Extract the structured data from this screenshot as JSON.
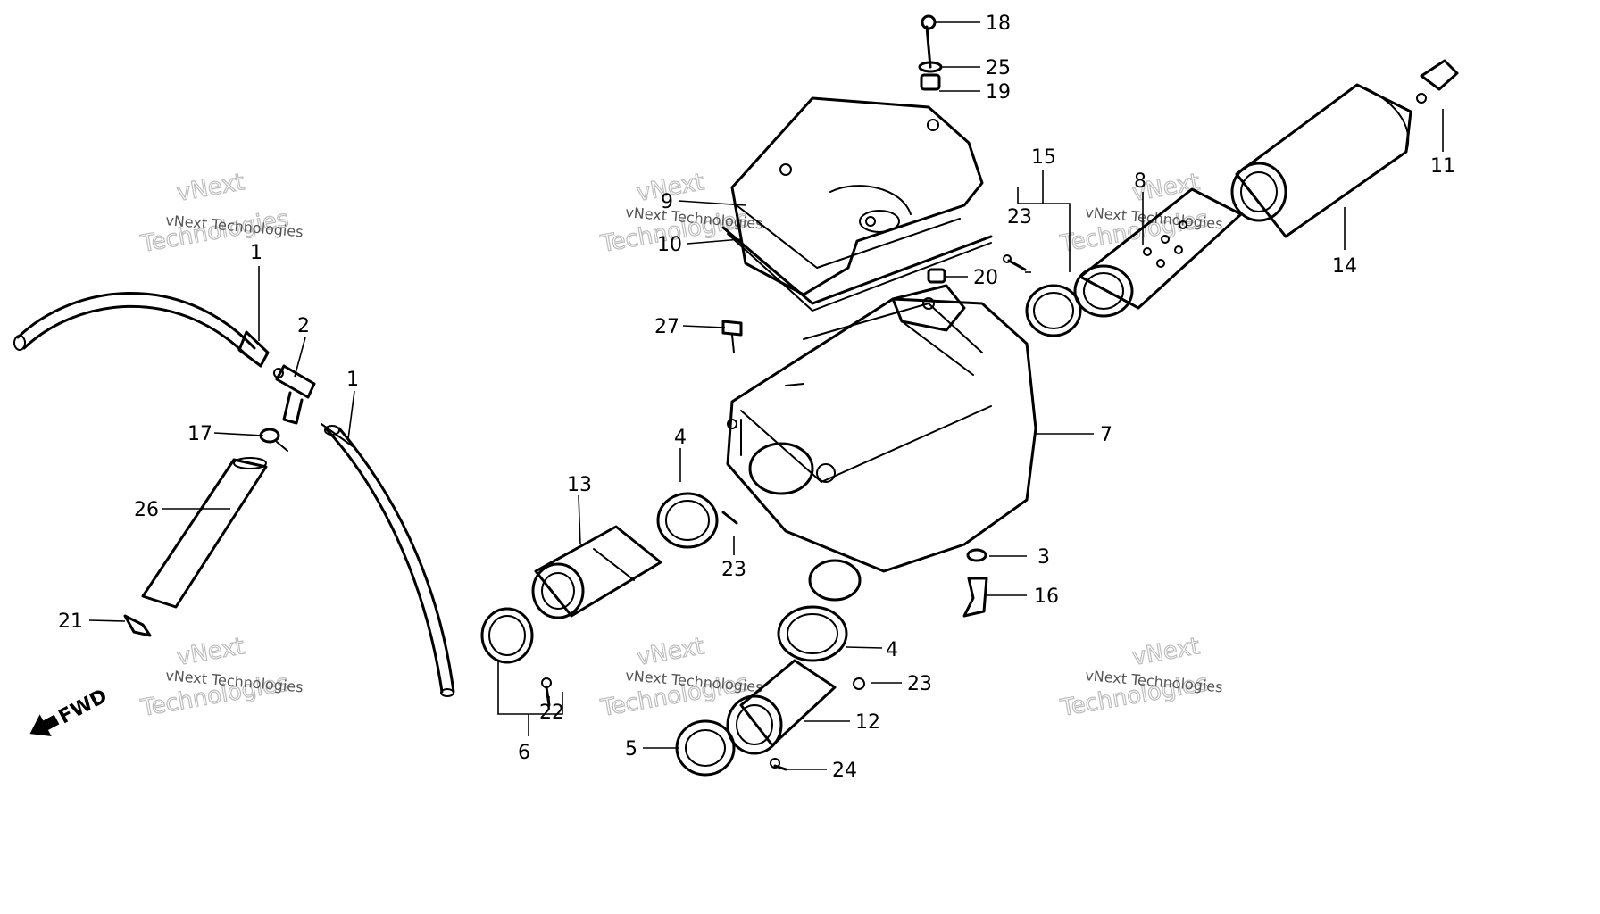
{
  "callouts": {
    "c1a": "1",
    "c1b": "1",
    "c2": "2",
    "c3": "3",
    "c4a": "4",
    "c4b": "4",
    "c5": "5",
    "c6": "6",
    "c7": "7",
    "c8": "8",
    "c9": "9",
    "c10": "10",
    "c11": "11",
    "c12": "12",
    "c13": "13",
    "c14": "14",
    "c15": "15",
    "c16": "16",
    "c17": "17",
    "c18": "18",
    "c19": "19",
    "c20": "20",
    "c21": "21",
    "c22": "22",
    "c23a": "23",
    "c23b": "23",
    "c23c": "23",
    "c24": "24",
    "c25": "25",
    "c26": "26",
    "c27": "27"
  },
  "fwd_label": "FWD",
  "watermark": {
    "line1": "vNext",
    "line2": "Technologies",
    "small": "vNext Technologies"
  }
}
